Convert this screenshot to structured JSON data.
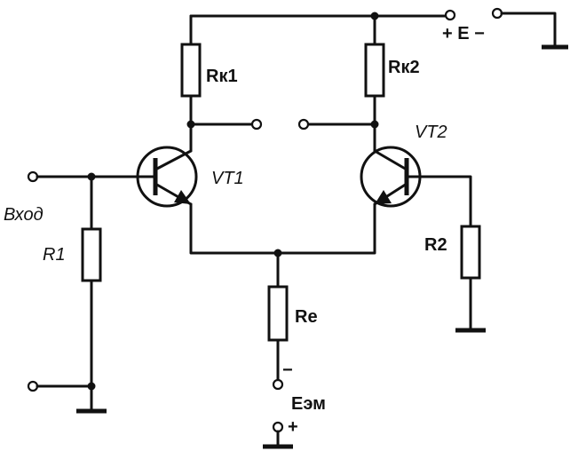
{
  "labels": {
    "rk1": "Rк1",
    "rk2": "Rк2",
    "vt1": "VT1",
    "vt2": "VT2",
    "r1": "R1",
    "r2": "R2",
    "re": "Re",
    "input": "Вход",
    "supply": "+ E −",
    "emitter_supply": "Eэм",
    "minus": "−",
    "plus": "+"
  }
}
